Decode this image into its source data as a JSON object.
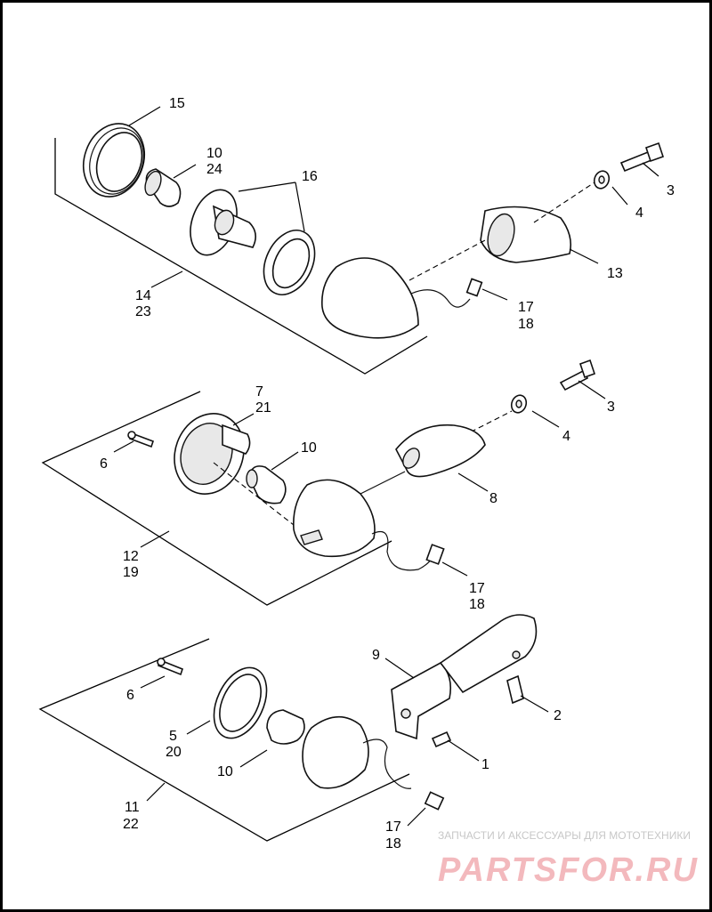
{
  "callouts": {
    "c15": "15",
    "c10a": "10",
    "c24": "24",
    "c16": "16",
    "c3a": "3",
    "c4a": "4",
    "c13": "13",
    "c14": "14",
    "c23": "23",
    "c17a": "17",
    "c18a": "18",
    "c7": "7",
    "c21": "21",
    "c3b": "3",
    "c4b": "4",
    "c6a": "6",
    "c10b": "10",
    "c8": "8",
    "c12": "12",
    "c19": "19",
    "c17b": "17",
    "c18b": "18",
    "c9": "9",
    "c2": "2",
    "c6b": "6",
    "c5": "5",
    "c20": "20",
    "c1": "1",
    "c10c": "10",
    "c11": "11",
    "c22": "22",
    "c17c": "17",
    "c18c": "18"
  },
  "watermark": {
    "tagline": "ЗАПЧАСТИ И АКСЕССУАРЫ ДЛЯ МОТОТЕХНИКИ",
    "brand": "PARTSFOR.RU"
  }
}
